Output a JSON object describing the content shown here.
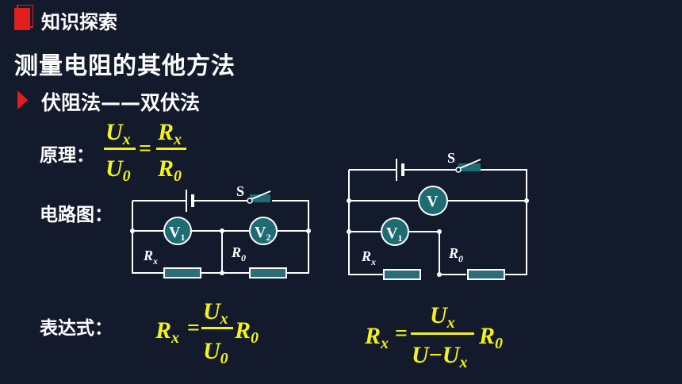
{
  "section": {
    "title": "知识探索",
    "icon": "red-book-icon",
    "icon_color": "#e01e1e"
  },
  "title": "测量电阻的其他方法",
  "subtitle": "伏阻法——双伏法",
  "principle": {
    "label": "原理：",
    "lhs_num": "U",
    "lhs_num_sub": "x",
    "lhs_den": "U",
    "lhs_den_sub": "0",
    "eq": "=",
    "rhs_num": "R",
    "rhs_num_sub": "x",
    "rhs_den": "R",
    "rhs_den_sub": "0"
  },
  "circuit_label": "电路图：",
  "circuit1": {
    "switch": "S",
    "v1": "V",
    "v1_sub": "1",
    "v2": "V",
    "v2_sub": "2",
    "rx": "R",
    "rx_sub": "x",
    "r0": "R",
    "r0_sub": "0"
  },
  "circuit2": {
    "switch": "S",
    "v": "V",
    "v1": "V",
    "v1_sub": "1",
    "rx": "R",
    "rx_sub": "x",
    "r0": "R",
    "r0_sub": "0"
  },
  "expression_label": "表达式：",
  "expr1": {
    "lhs": "R",
    "lhs_sub": "x",
    "eq": "=",
    "num": "U",
    "num_sub": "x",
    "den": "U",
    "den_sub": "0",
    "tail": "R",
    "tail_sub": "0"
  },
  "expr2": {
    "lhs": "R",
    "lhs_sub": "x",
    "eq": "=",
    "num": "U",
    "num_sub": "x",
    "den_a": "U",
    "den_minus": "−",
    "den_b": "U",
    "den_b_sub": "x",
    "tail": "R",
    "tail_sub": "0"
  },
  "colors": {
    "background": "#121a2b",
    "formula": "#f4f21a",
    "meter": "#1e6b73",
    "resistor": "#2c6e78",
    "accent": "#e01e1e"
  }
}
